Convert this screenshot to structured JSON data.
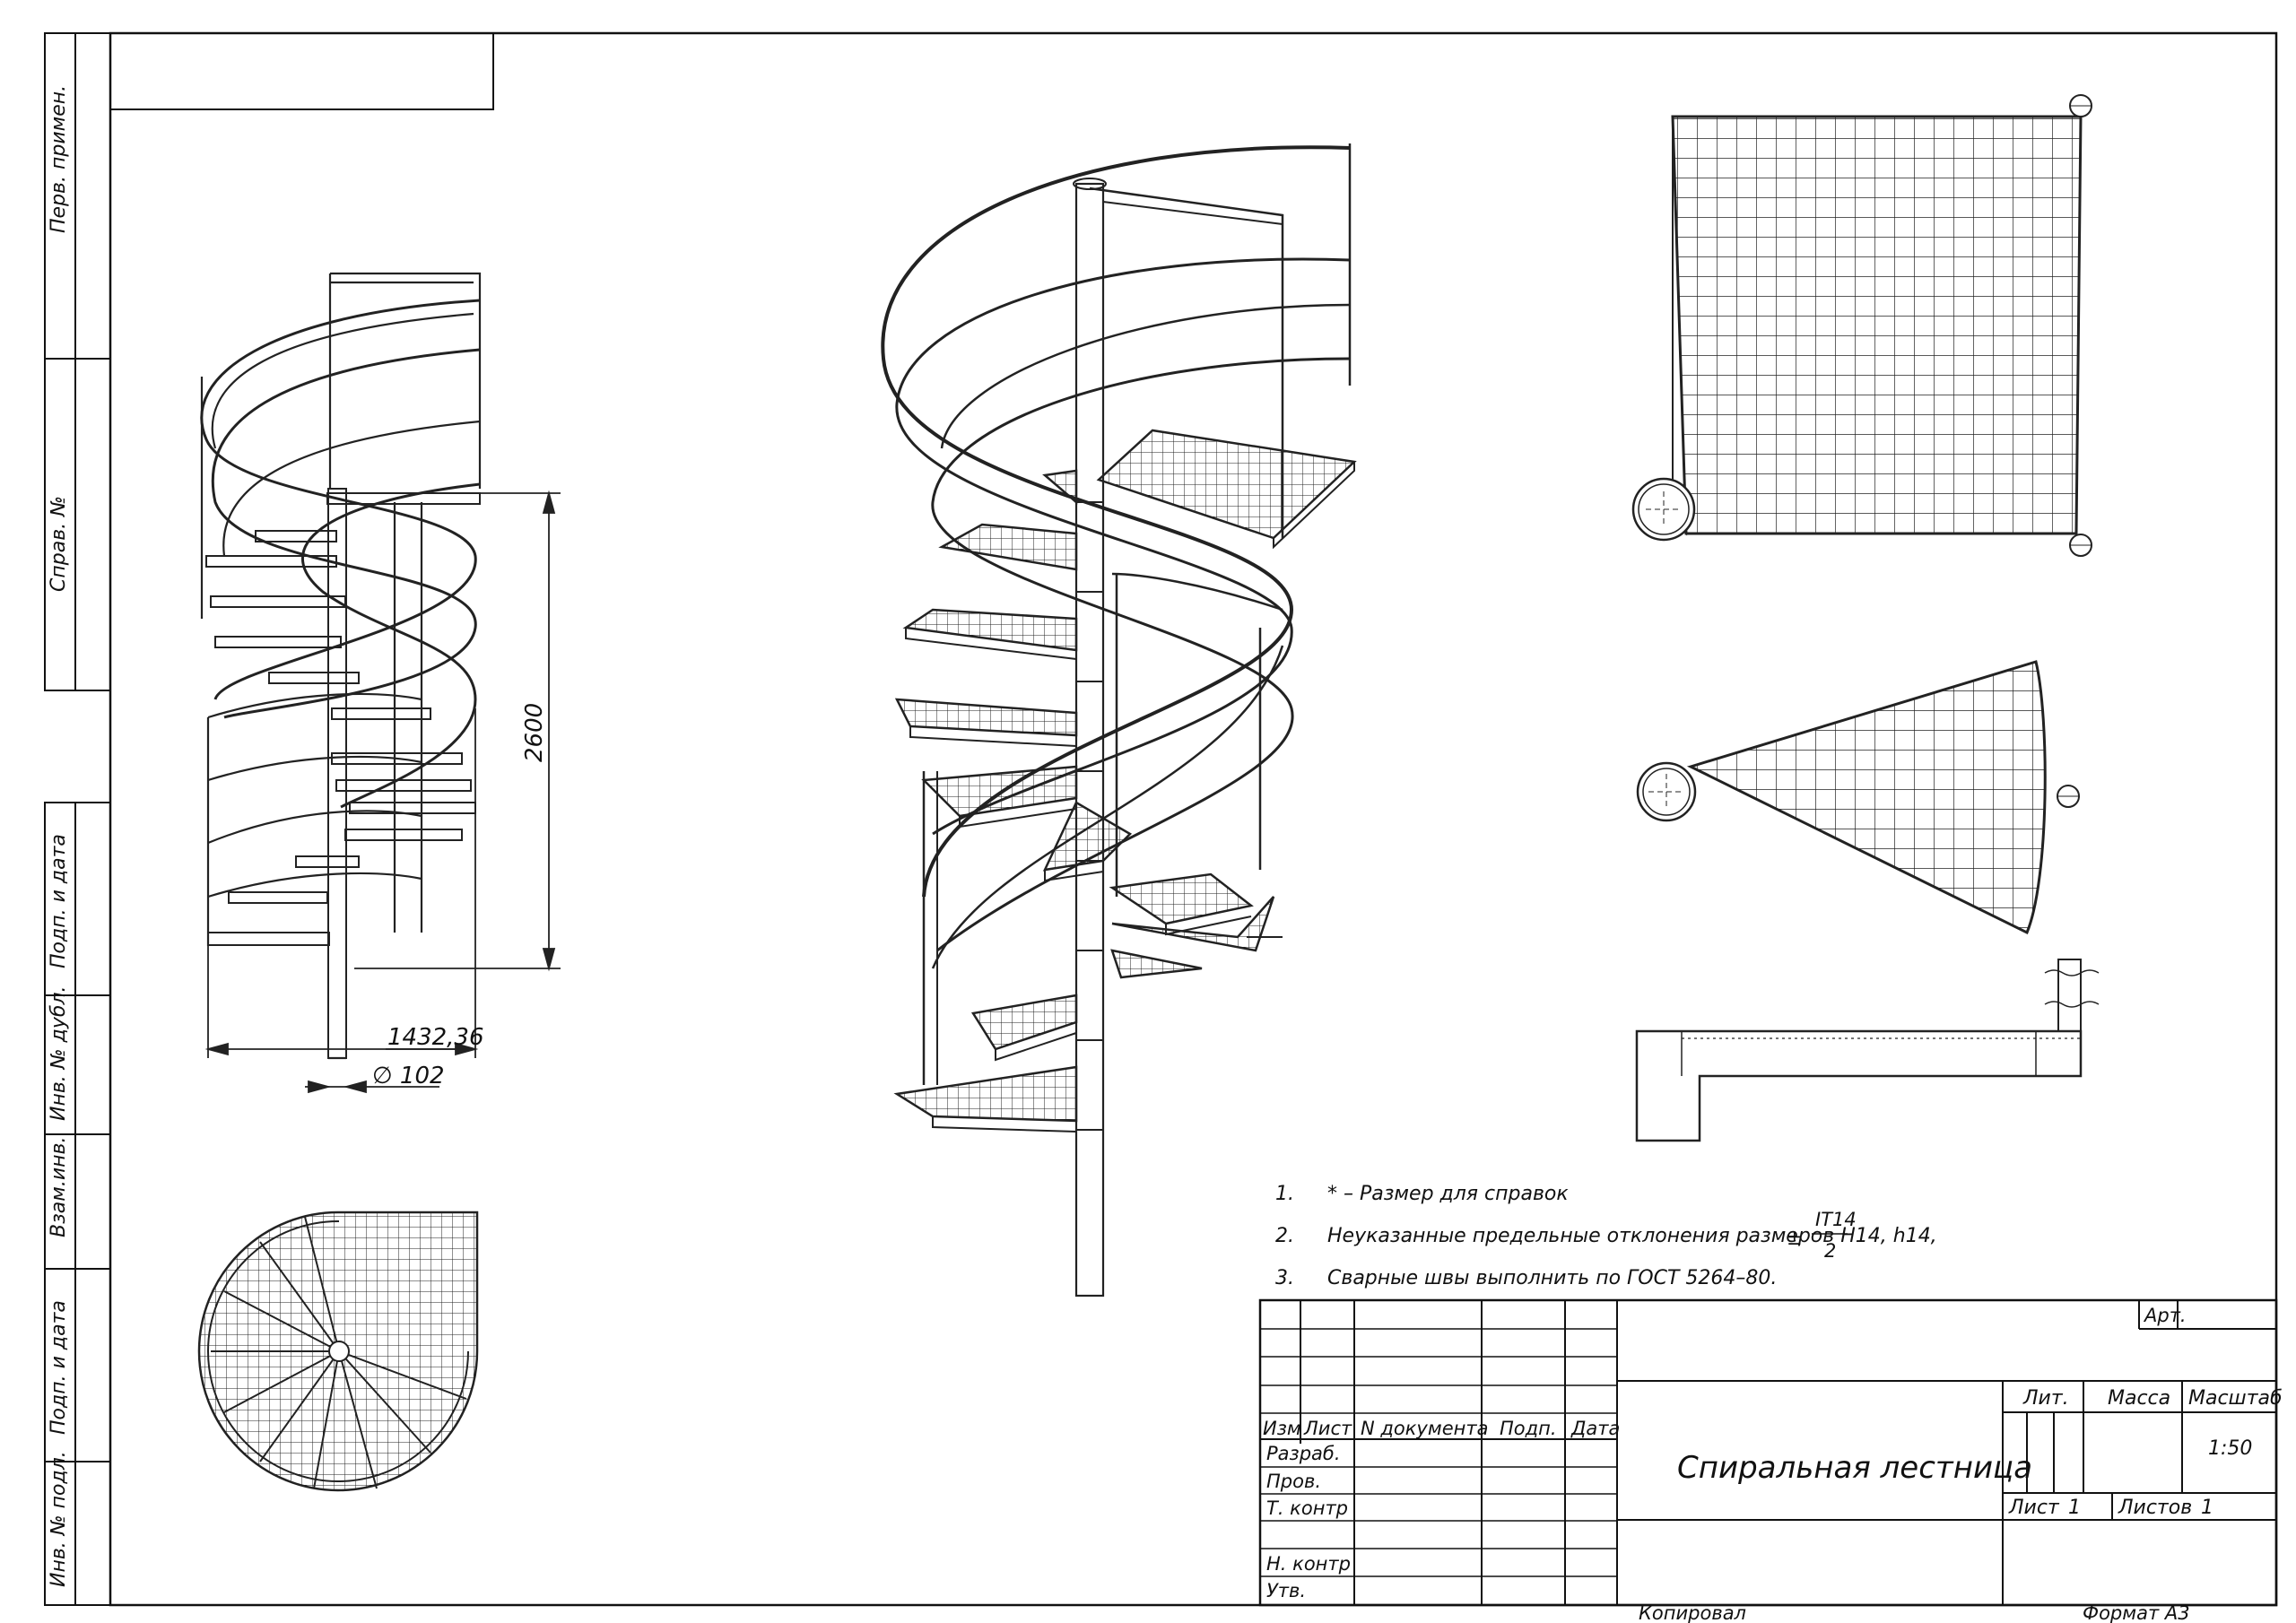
{
  "side_labels": [
    "Перв. примен.",
    "Справ. №",
    "Подп. и дата",
    "Инв. № дубл.",
    "Взам.инв.",
    "Подп. и дата",
    "Инв. № подл."
  ],
  "dimensions": {
    "height": "2600",
    "width": "1432,36",
    "diameter": "∅ 102"
  },
  "notes": [
    {
      "num": "1.",
      "text": "* – Размер для справок"
    },
    {
      "num": "2.",
      "text": "Неуказанные предельные отклонения размеров H14, h14,",
      "sign": "±",
      "frac_num": "IT14",
      "frac_den": "2"
    },
    {
      "num": "3.",
      "text": "Сварные швы выполнить по ГОСТ 5264–80."
    }
  ],
  "title_block": {
    "art": "Арт.",
    "title": "Спиральная лестница",
    "lit": "Лит.",
    "mass": "Масса",
    "scale_label": "Масштаб",
    "scale": "1:50",
    "sheet": "Лист",
    "sheet_num": "1",
    "sheets": "Листов",
    "sheets_num": "1",
    "columns": [
      "Изм",
      "Лист",
      "N документа",
      "Подп.",
      "Дата"
    ],
    "roles": [
      "Разраб.",
      "Пров.",
      "Т. контр",
      "Н. контр",
      "Утв."
    ],
    "copied": "Копировал",
    "format": "Формат А3"
  }
}
